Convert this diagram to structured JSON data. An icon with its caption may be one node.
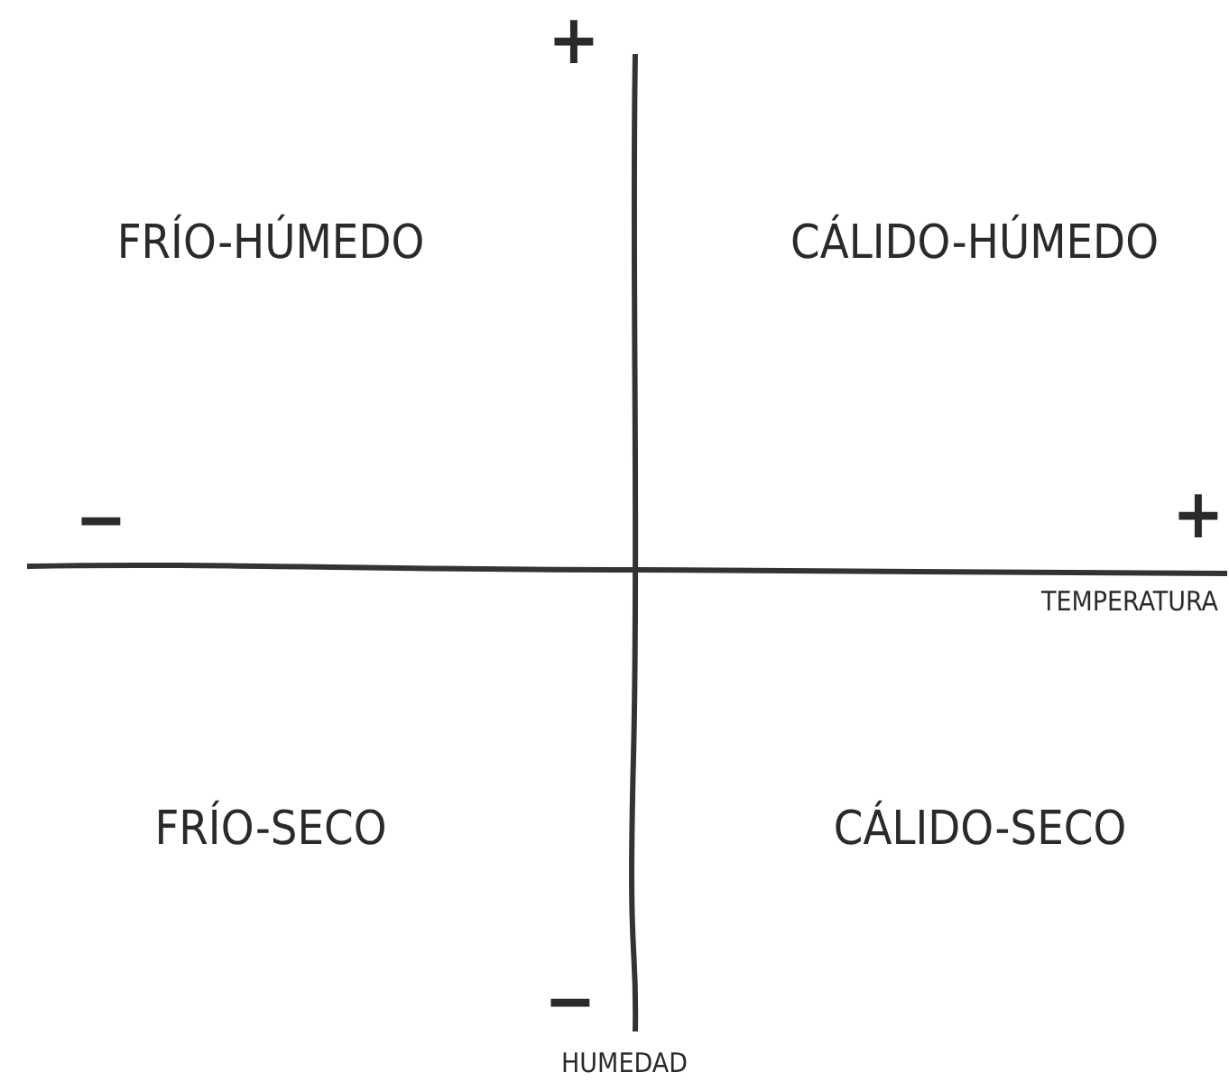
{
  "diagram": {
    "labels": [
      "+",
      "FRÍO-HÚMEDO",
      "CÁLIDO-HÚMEDO",
      "−",
      "+",
      "TEMPERATURA",
      "FRÍO-SECO",
      "CÁLIDO-SECO",
      "−",
      "HUMEDAD"
    ]
  }
}
